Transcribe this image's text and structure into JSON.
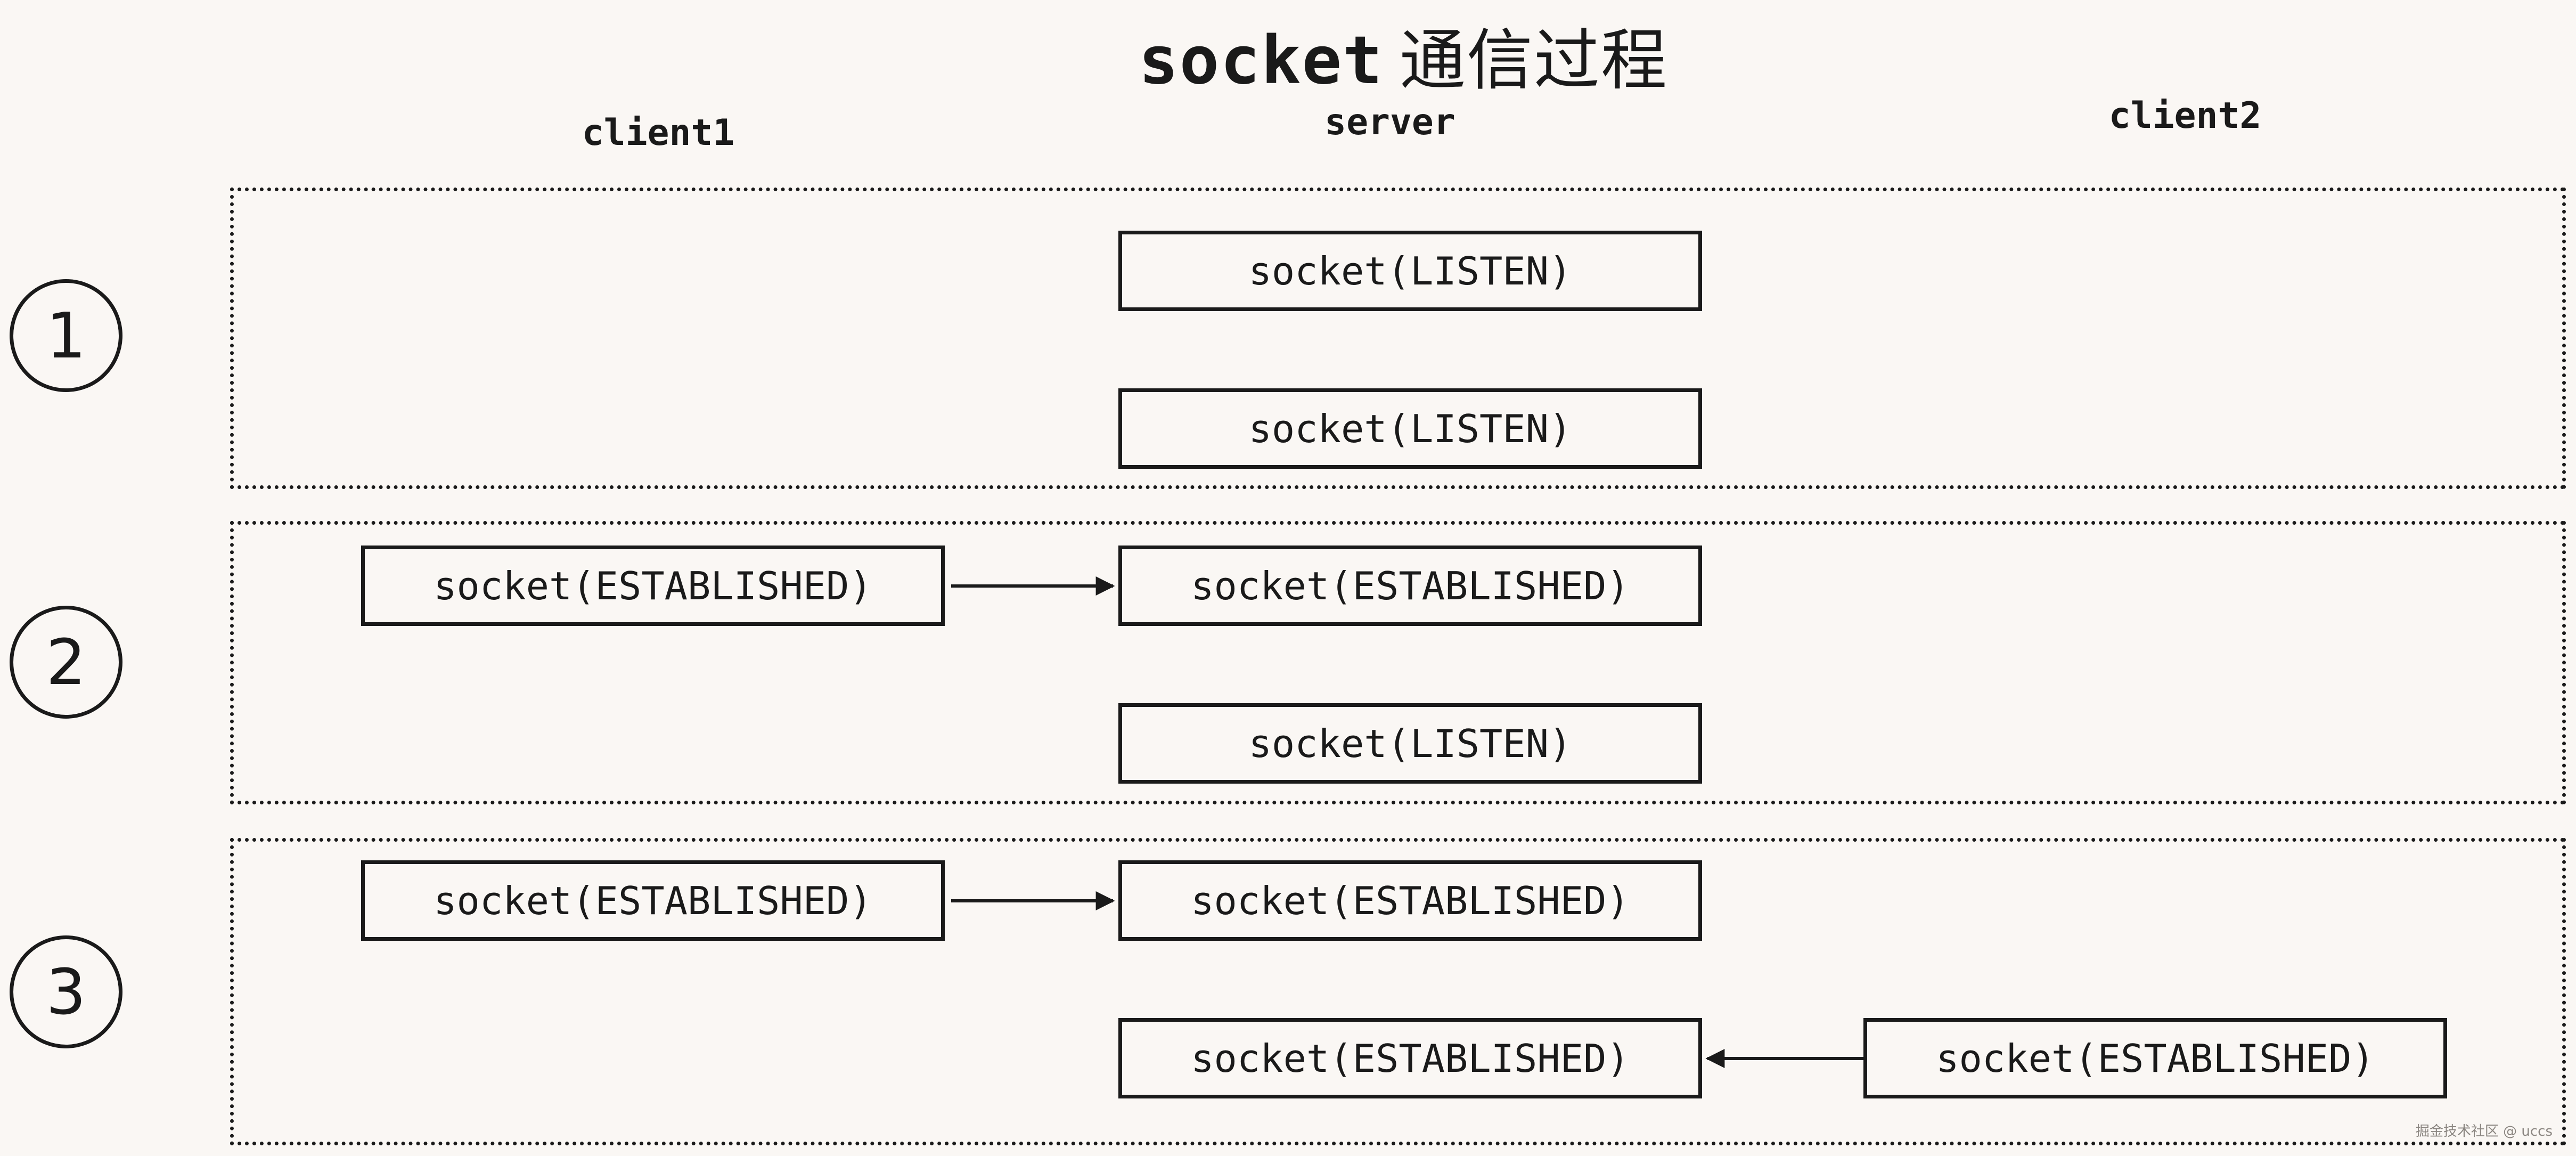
{
  "title": {
    "main": "socket",
    "suffix": "通信过程"
  },
  "columns": {
    "client1": "client1",
    "server": "server",
    "client2": "client2"
  },
  "steps": [
    {
      "label": "1",
      "server_sockets": [
        "socket(LISTEN)",
        "socket(LISTEN)"
      ]
    },
    {
      "label": "2",
      "client1_socket": "socket(ESTABLISHED)",
      "server_sockets": [
        "socket(ESTABLISHED)",
        "socket(LISTEN)"
      ]
    },
    {
      "label": "3",
      "client1_socket": "socket(ESTABLISHED)",
      "server_sockets": [
        "socket(ESTABLISHED)",
        "socket(ESTABLISHED)"
      ],
      "client2_socket": "socket(ESTABLISHED)"
    }
  ],
  "watermark": "掘金技术社区 @ uccs"
}
